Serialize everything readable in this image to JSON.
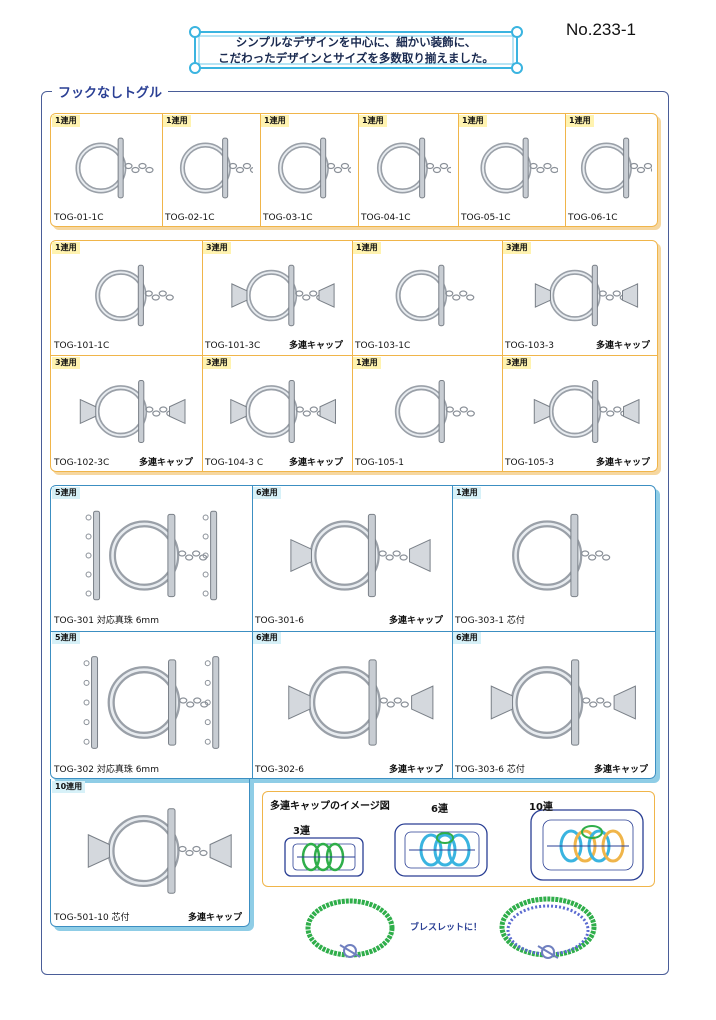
{
  "header": {
    "banner_line1": "シンプルなデザインを中心に、細かい装飾に、",
    "banner_line2": "こだわったデザインとサイズを多数取り揃えました。",
    "page_number": "No.233-1"
  },
  "section_title": "フックなしトグル",
  "row1": [
    {
      "badge": "1連用",
      "code": "TOG-01-1C"
    },
    {
      "badge": "1連用",
      "code": "TOG-02-1C"
    },
    {
      "badge": "1連用",
      "code": "TOG-03-1C"
    },
    {
      "badge": "1連用",
      "code": "TOG-04-1C"
    },
    {
      "badge": "1連用",
      "code": "TOG-05-1C"
    },
    {
      "badge": "1連用",
      "code": "TOG-06-1C"
    }
  ],
  "row2": [
    {
      "badge": "1連用",
      "code": "TOG-101-1C",
      "note": ""
    },
    {
      "badge": "3連用",
      "code": "TOG-101-3C",
      "note": "多連キャップ"
    },
    {
      "badge": "1連用",
      "code": "TOG-103-1C",
      "note": ""
    },
    {
      "badge": "3連用",
      "code": "TOG-103-3",
      "note": "多連キャップ"
    }
  ],
  "row3": [
    {
      "badge": "3連用",
      "code": "TOG-102-3C",
      "note": "多連キャップ"
    },
    {
      "badge": "3連用",
      "code": "TOG-104-3 C",
      "note": "多連キャップ"
    },
    {
      "badge": "1連用",
      "code": "TOG-105-1",
      "note": ""
    },
    {
      "badge": "3連用",
      "code": "TOG-105-3",
      "note": "多連キャップ"
    }
  ],
  "row4": [
    {
      "badge": "5連用",
      "code": "TOG-301  対応真珠 6mm",
      "note": ""
    },
    {
      "badge": "6連用",
      "code": "TOG-301-6",
      "note": "多連キャップ"
    },
    {
      "badge": "1連用",
      "code": "TOG-303-1  芯付",
      "note": ""
    }
  ],
  "row5": [
    {
      "badge": "5連用",
      "code": "TOG-302  対応真珠 6mm",
      "note": ""
    },
    {
      "badge": "6連用",
      "code": "TOG-302-6",
      "note": "多連キャップ"
    },
    {
      "badge": "6連用",
      "code": "TOG-303-6  芯付",
      "note": "多連キャップ"
    }
  ],
  "row6": {
    "badge": "10連用",
    "code": "TOG-501-10  芯付",
    "note": "多連キャップ"
  },
  "image_panel": {
    "title": "多連キャップのイメージ図",
    "labels": [
      "3連",
      "6連",
      "10連"
    ]
  },
  "bracelet_text": "ブレスレットに！",
  "colors": {
    "orange": "#f0b54a",
    "blue": "#3c8fc2",
    "navy": "#2a3f94",
    "green": "#2fae4a",
    "cyan": "#3ab4e0"
  }
}
